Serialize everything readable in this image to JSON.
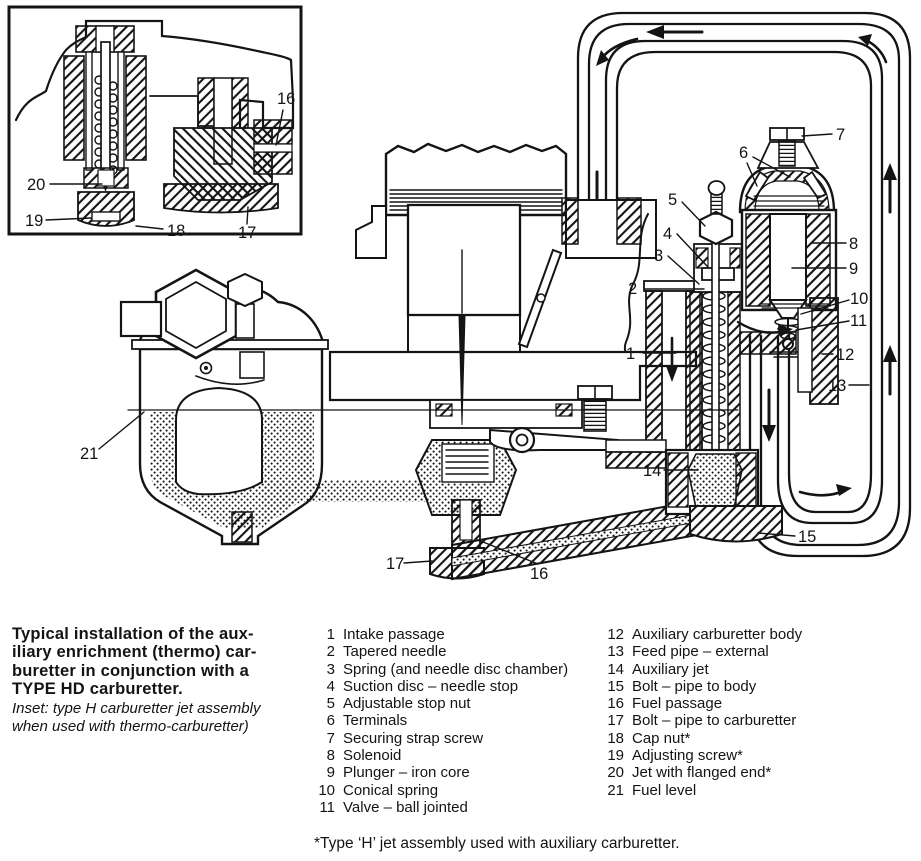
{
  "caption": {
    "bold_lines": [
      "Typical installation of the aux-",
      "iliary enrichment (thermo) car-",
      "buretter in conjunction with a",
      "TYPE HD carburetter."
    ],
    "italic_lines": [
      "Inset: type H carburetter jet assembly",
      "when used with thermo-carburetter)"
    ]
  },
  "legend": {
    "column1": [
      {
        "num": "1",
        "label": "Intake passage"
      },
      {
        "num": "2",
        "label": "Tapered needle"
      },
      {
        "num": "3",
        "label": "Spring (and needle disc chamber)"
      },
      {
        "num": "4",
        "label": "Suction disc – needle stop"
      },
      {
        "num": "5",
        "label": "Adjustable stop nut"
      },
      {
        "num": "6",
        "label": "Terminals"
      },
      {
        "num": "7",
        "label": "Securing strap screw"
      },
      {
        "num": "8",
        "label": "Solenoid"
      },
      {
        "num": "9",
        "label": "Plunger – iron core"
      },
      {
        "num": "10",
        "label": "Conical spring"
      },
      {
        "num": "11",
        "label": "Valve – ball jointed"
      }
    ],
    "column2": [
      {
        "num": "12",
        "label": "Auxiliary carburetter body"
      },
      {
        "num": "13",
        "label": "Feed pipe – external"
      },
      {
        "num": "14",
        "label": "Auxiliary jet"
      },
      {
        "num": "15",
        "label": "Bolt – pipe to body"
      },
      {
        "num": "16",
        "label": "Fuel passage"
      },
      {
        "num": "17",
        "label": "Bolt – pipe to carburetter"
      },
      {
        "num": "18",
        "label": "Cap nut*"
      },
      {
        "num": "19",
        "label": "Adjusting screw*"
      },
      {
        "num": "20",
        "label": "Jet with flanged end*"
      },
      {
        "num": "21",
        "label": "Fuel level"
      }
    ]
  },
  "footnote": "*Type ‘H’ jet assembly used with auxiliary carburetter.",
  "diagram": {
    "inset_callouts": {
      "i16": "16",
      "i17": "17",
      "i18": "18",
      "i19": "19",
      "i20": "20"
    },
    "main_callouts": {
      "c1": "1",
      "c2": "2",
      "c3": "3",
      "c4": "4",
      "c5": "5",
      "c6": "6",
      "c7": "7",
      "c8": "8",
      "c9": "9",
      "c10": "10",
      "c11": "11",
      "c12": "12",
      "c13": "13",
      "c14": "14",
      "c15": "15",
      "c16": "16",
      "c17": "17",
      "c21": "21"
    },
    "colors": {
      "ink": "#141414",
      "paper": "#ffffff"
    }
  }
}
